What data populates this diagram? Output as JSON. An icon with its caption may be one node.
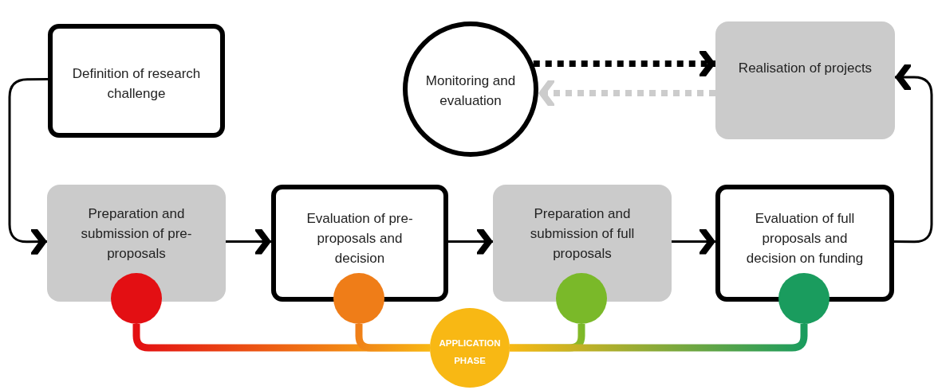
{
  "diagram": {
    "nodes": [
      {
        "text": [
          "Definition of research challenge"
        ]
      },
      {
        "text": [
          "Monitoring and evaluation"
        ]
      },
      {
        "text": [
          "Realisation of projects"
        ]
      },
      {
        "text": [
          "Preparation and submission of pre-proposals"
        ]
      },
      {
        "text": [
          "Evaluation of pre-proposals and decision"
        ]
      },
      {
        "text": [
          "Preparation and submission of full proposals"
        ]
      },
      {
        "text": [
          "Evaluation of full proposals and decision on funding"
        ]
      },
      {
        "text": [
          "APPLICATION PHASE"
        ]
      },
      {
        "text": [],
        "shape": "circle"
      },
      {
        "text": [],
        "shape": "circle"
      },
      {
        "text": [],
        "shape": "circle"
      },
      {
        "text": [],
        "shape": "circle"
      }
    ],
    "edges": [
      {
        "from": 0,
        "to": 3,
        "arrow": "to"
      },
      {
        "from": 3,
        "to": 4,
        "arrow": "to"
      },
      {
        "from": 4,
        "to": 5,
        "arrow": "to"
      },
      {
        "from": 5,
        "to": 6,
        "arrow": "to"
      },
      {
        "from": 6,
        "to": 2,
        "arrow": "to"
      },
      {
        "from": 1,
        "to": 2,
        "arrow": "to",
        "style": "dashed"
      },
      {
        "from": 2,
        "to": 1,
        "arrow": "to",
        "style": "dashed",
        "color": "#cccccc"
      },
      {
        "from": 8,
        "to": 7,
        "arrow": "none",
        "color": "#e30f13"
      },
      {
        "from": 9,
        "to": 7,
        "arrow": "none",
        "color": "#ef7d18"
      },
      {
        "from": 10,
        "to": 7,
        "arrow": "none",
        "color": "#7ab929"
      },
      {
        "from": 11,
        "to": 7,
        "arrow": "none",
        "color": "#1a9c5e"
      }
    ]
  }
}
